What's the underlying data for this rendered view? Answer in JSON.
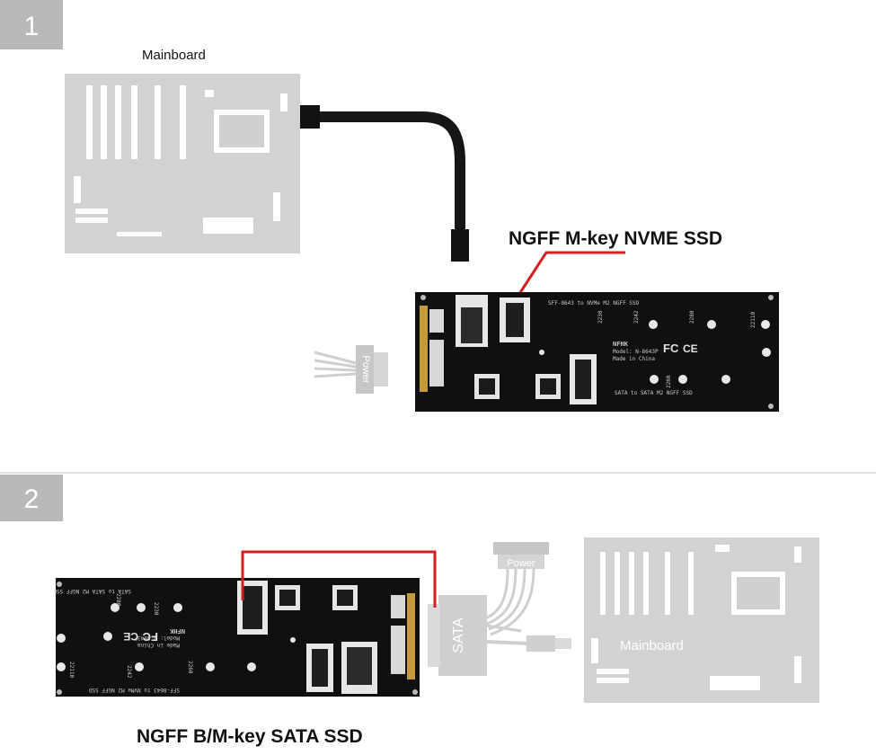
{
  "step1": {
    "number": "1",
    "mainboard_label": "Mainboard",
    "ssd_label": "NGFF M-key NVME SSD",
    "power_label": "Power",
    "board_text": {
      "nvme_line": "SFF-8643 to NVMe M2 NGFF SSD",
      "sata_line": "SATA to SATA M2 NGFF SSD",
      "brand": "NFHK",
      "model": "Model: N-8643P",
      "made_in": "Made in China",
      "fcc": "FC",
      "ce": "CE",
      "sizes": [
        "2230",
        "2242",
        "2260",
        "2280",
        "22110"
      ]
    }
  },
  "step2": {
    "number": "2",
    "mainboard_label": "Mainboard",
    "ssd_label": "NGFF B/M-key SATA SSD",
    "power_label": "Power",
    "sata_label": "SATA",
    "board_text": {
      "nvme_line": "SFF-8643 to NVMe M2 NGFF SSD",
      "sata_line": "SATA to SATA M2 NGFF SSD",
      "brand": "NFHK",
      "model": "Model: N-8643P",
      "made_in": "Made in China",
      "fcc": "FC",
      "ce": "CE",
      "sizes": [
        "2230",
        "2242",
        "2260",
        "2280",
        "22110"
      ]
    }
  },
  "colors": {
    "accent_red": "#d42020",
    "board_black": "#101010",
    "mainboard_grey": "#d0d0d0",
    "badge_grey": "#b9b9b9"
  }
}
